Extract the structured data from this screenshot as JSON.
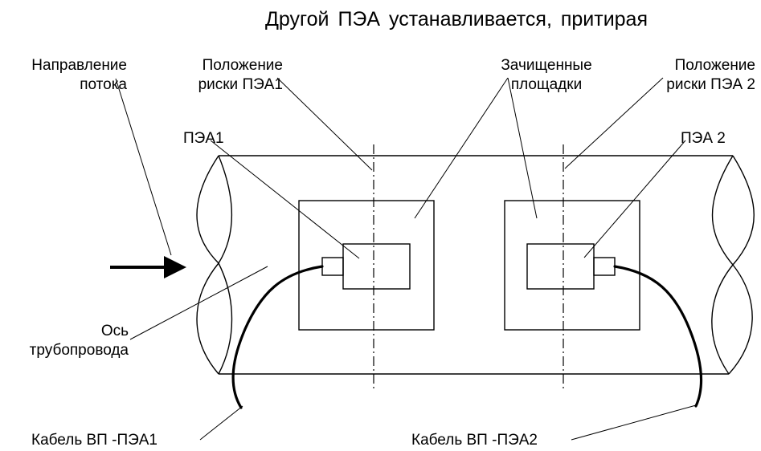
{
  "heading": "Другой ПЭА устанавливается, притирая",
  "labels": {
    "flow_direction": [
      "Направление",
      "потока"
    ],
    "mark1_position": [
      "Положение",
      "риски ПЭА1"
    ],
    "cleaned_pads": [
      "Зачищенные",
      "площадки"
    ],
    "mark2_position": [
      "Положение",
      "риски ПЭА 2"
    ],
    "pea1": "ПЭА1",
    "pea2": "ПЭА 2",
    "pipe_axis": [
      "Ось",
      "трубопровода"
    ],
    "cable1": "Кабель ВП -ПЭА1",
    "cable2": "Кабель ВП -ПЭА2"
  },
  "colors": {
    "line": "#000000",
    "background": "#ffffff"
  }
}
